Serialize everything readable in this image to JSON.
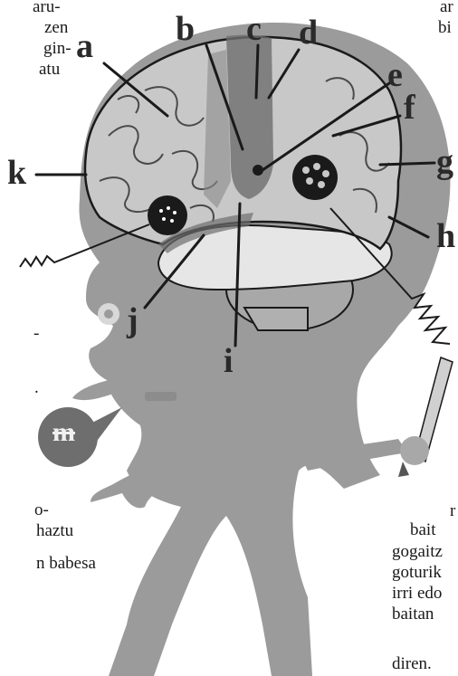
{
  "labels": {
    "a": "a",
    "b": "b",
    "c": "c",
    "d": "d",
    "e": "e",
    "f": "f",
    "g": "g",
    "h": "h",
    "i": "i",
    "j": "j",
    "k": "k"
  },
  "speech_bubble": {
    "letter": "m"
  },
  "text_fragments": {
    "left_top": [
      "aru-",
      "zen",
      "gin-",
      "atu"
    ],
    "left_middle": [
      "-",
      "."
    ],
    "left_bottom": [
      "o-",
      "haztu",
      "n babesa"
    ],
    "right_top": [
      "ar",
      "bi"
    ],
    "right_bottom": [
      "r",
      "bait",
      "gogaitz",
      "goturik",
      "irri edo",
      "baitan",
      "diren."
    ]
  },
  "colors": {
    "background": "#ffffff",
    "head": "#9b9b9b",
    "brain": "#c8c8c8",
    "brain_dark": "#6e6e6e",
    "cerebellum": "#a8a8a8",
    "outline": "#1a1a1a"
  }
}
